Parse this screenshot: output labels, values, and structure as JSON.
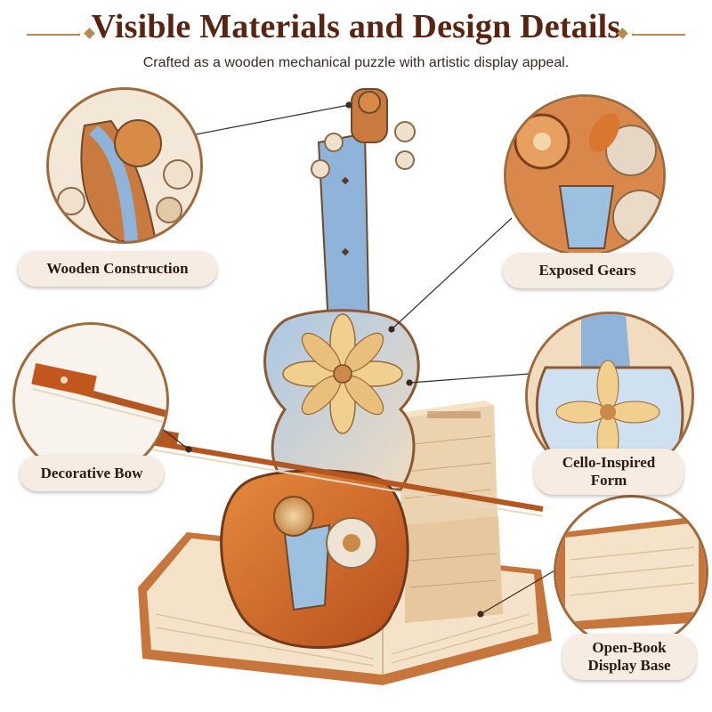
{
  "header": {
    "title": "Visible Materials and Design Details",
    "subtitle": "Crafted as a wooden mechanical puzzle with artistic display appeal."
  },
  "labels": {
    "wooden_construction": "Wooden Construction",
    "exposed_gears": "Exposed Gears",
    "decorative_bow": "Decorative Bow",
    "cello_form_line1": "Cello-Inspired",
    "cello_form_line2": "Form",
    "base_line1": "Open-Book",
    "base_line2": "Display Base"
  },
  "colors": {
    "title": "#5a2412",
    "accent": "#a0693a",
    "label_bg": "#f6ece2",
    "wood_light": "#f1dcc0",
    "wood_orange": "#d9772f",
    "blue": "#8fb3d9"
  }
}
